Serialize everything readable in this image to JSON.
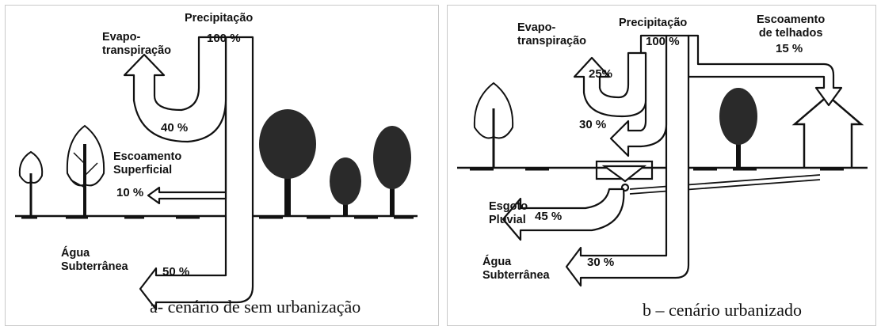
{
  "panel_a": {
    "precipitation_label": "Precipitação",
    "precipitation_pct": "100 %",
    "evapo_label": "Evapo-\ntranspiração",
    "evapo_pct": "40 %",
    "runoff_label": "Escoamento\nSuperficial",
    "runoff_pct": "10 %",
    "groundwater_label": "Água\nSubterrânea",
    "groundwater_pct": "50 %",
    "caption": "a- cenário de sem urbanização"
  },
  "panel_b": {
    "evapo_label": "Evapo-\ntranspiração",
    "evapo_pct": "25%",
    "precipitation_label": "Precipitação",
    "precipitation_pct": "100 %",
    "roof_runoff_label": "Escoamento\nde telhados",
    "roof_runoff_pct": "15 %",
    "inflow_pct": "30 %",
    "sewer_label": "Esgoto\nPluvial",
    "sewer_pct": "45 %",
    "groundwater_label": "Água\nSubterrânea",
    "groundwater_pct": "30 %",
    "caption": "b – cenário urbanizado"
  },
  "colors": {
    "ink": "#111111",
    "paper": "#ffffff",
    "border": "#c9c9c9"
  }
}
